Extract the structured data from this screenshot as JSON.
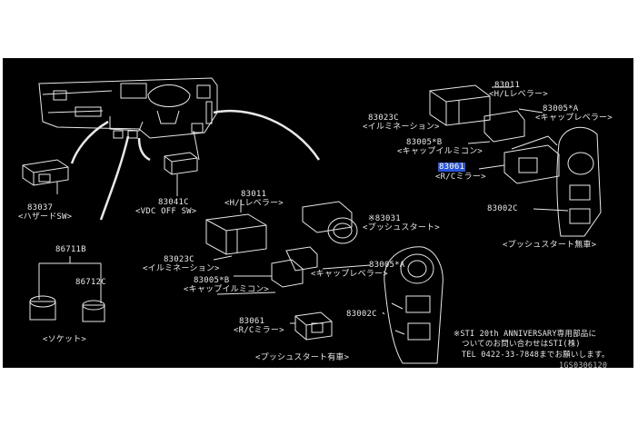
{
  "colors": {
    "background": "#000000",
    "line": "#e8e8e8",
    "highlight": "#2a55d8"
  },
  "parts": [
    {
      "id": "83011_r",
      "code": "83011",
      "desc": "<H/Lレベラー>"
    },
    {
      "id": "83005a_r",
      "code": "83005*A",
      "desc": "<キャップレベラー>"
    },
    {
      "id": "83023c_r",
      "code": "83023C",
      "desc": "<イルミネーション>"
    },
    {
      "id": "83005b_r",
      "code": "83005*B",
      "desc": "<キャップイルミコン>"
    },
    {
      "id": "83061_r",
      "code": "83061",
      "desc": "<R/Cミラー>"
    },
    {
      "id": "83002c_r",
      "code": "83002C",
      "desc": ""
    },
    {
      "id": "group_no_push",
      "code": "",
      "desc": "<プッシュスタート無車>"
    },
    {
      "id": "83037",
      "code": "83037",
      "desc": "<ハザードSW>"
    },
    {
      "id": "83041c",
      "code": "83041C",
      "desc": "<VDC OFF SW>"
    },
    {
      "id": "83011_c",
      "code": "83011",
      "desc": "<H/Lレベラー>"
    },
    {
      "id": "83031",
      "code": "※83031",
      "desc": "<プッシュスタート>"
    },
    {
      "id": "83023c_c",
      "code": "83023C",
      "desc": "<イルミネーション>"
    },
    {
      "id": "83005a_c",
      "code": "83005*A",
      "desc": "<キャップレベラー>"
    },
    {
      "id": "83005b_c",
      "code": "83005*B",
      "desc": "<キャップイルミコン>"
    },
    {
      "id": "83002c_c",
      "code": "83002C",
      "desc": ""
    },
    {
      "id": "86711b",
      "code": "86711B",
      "desc": ""
    },
    {
      "id": "86712c",
      "code": "86712C",
      "desc": ""
    },
    {
      "id": "socket",
      "code": "",
      "desc": "<ソケット>"
    },
    {
      "id": "83061_c",
      "code": "83061",
      "desc": "<R/Cミラー>"
    },
    {
      "id": "group_push",
      "code": "",
      "desc": "<プッシュスタート有車>"
    }
  ],
  "note": {
    "line1": "※STI 20th ANNIVERSARY専用部品に",
    "line2": "ついてのお問い合わせはSTI(株)",
    "line3": "TEL 0422-33-7848までお願いします。",
    "line4": "1GS0306120"
  }
}
